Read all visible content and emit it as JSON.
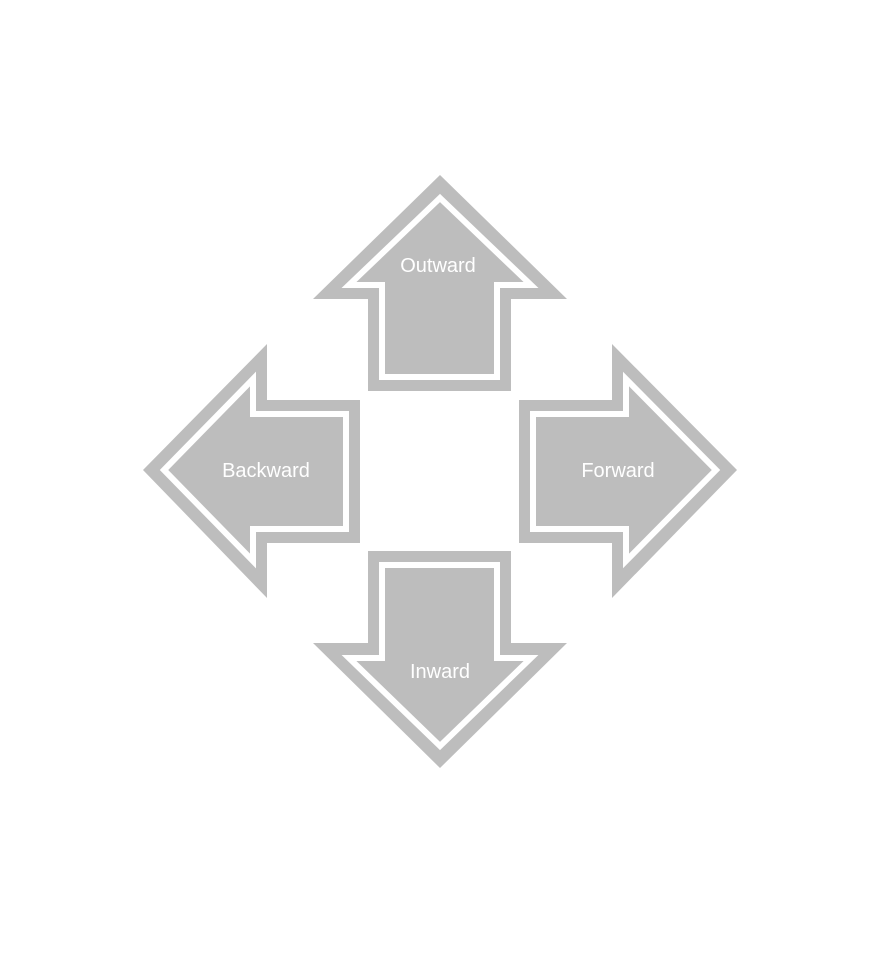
{
  "diagram": {
    "arrows": [
      {
        "direction": "up",
        "label": "Outward"
      },
      {
        "direction": "left",
        "label": "Backward"
      },
      {
        "direction": "right",
        "label": "Forward"
      },
      {
        "direction": "down",
        "label": "Inward"
      }
    ],
    "colors": {
      "arrow_fill": "#bdbdbd",
      "outline": "#ffffff",
      "background": "#ffffff"
    }
  }
}
